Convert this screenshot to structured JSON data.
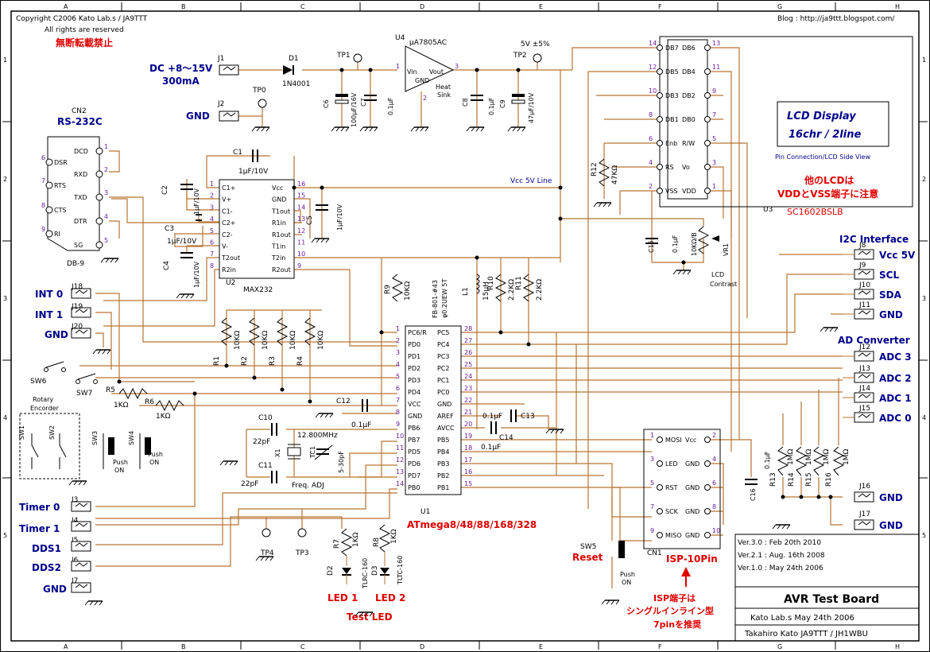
{
  "colors": {
    "wire": "#b87333",
    "text": "#000000",
    "red": "#e00000",
    "blue": "#00008b",
    "pinnum": "#6a1b9a",
    "frame": "#000000"
  },
  "header": {
    "copyright": "Copyright C2006 Kato Lab.s / JA9TTT",
    "rights": "All rights are reserved",
    "no_reprint": "無断転載禁止",
    "blog": "Blog : http://ja9ttt.blogspot.com/"
  },
  "grid": {
    "cols": [
      "A",
      "B",
      "C",
      "D",
      "E",
      "F",
      "G",
      "H"
    ],
    "rows": [
      "1",
      "2",
      "3",
      "4",
      "5"
    ]
  },
  "power": {
    "dc_label": "DC +8〜15V",
    "dc_current": "300mA",
    "gnd_label": "GND",
    "j1": "J1",
    "j2": "J2",
    "d1": "D1",
    "d1_part": "1N4001",
    "tp0": "TP0",
    "tp1": "TP1",
    "tp2": "TP2",
    "u4": "U4",
    "u4_part": "μA7805AC",
    "vin": "Vin",
    "vout": "Vout",
    "gnd": "GND",
    "heatsink": "Heat\nSink",
    "pin1": "1",
    "pin2": "2",
    "pin3": "3",
    "c6": "C6",
    "c6_val": "100μF/16V",
    "c7": "C7",
    "c7_val": "0.1μF",
    "c8": "C8",
    "c8_val": "0.1μF",
    "c9": "C9",
    "c9_val": "47μF/10V",
    "v5": "5V ±5%",
    "vcc_line": "Vcc 5V Line"
  },
  "rs232": {
    "title": "RS-232C",
    "cn": "CN2",
    "conn": "DB-9",
    "pins": [
      {
        "num": "1",
        "name": "DCD"
      },
      {
        "num": "6",
        "name": "DSR"
      },
      {
        "num": "2",
        "name": "RXD"
      },
      {
        "num": "7",
        "name": "RTS"
      },
      {
        "num": "3",
        "name": "TXD"
      },
      {
        "num": "8",
        "name": "CTS"
      },
      {
        "num": "4",
        "name": "DTR"
      },
      {
        "num": "9",
        "name": "RI"
      },
      {
        "num": "5",
        "name": "SG"
      }
    ]
  },
  "max232": {
    "ref": "U2",
    "part": "MAX232",
    "left": [
      {
        "num": "1",
        "name": "C1+"
      },
      {
        "num": "2",
        "name": "V+"
      },
      {
        "num": "3",
        "name": "C1-"
      },
      {
        "num": "4",
        "name": "C2+"
      },
      {
        "num": "5",
        "name": "C2-"
      },
      {
        "num": "6",
        "name": "V-"
      },
      {
        "num": "7",
        "name": "T2out"
      },
      {
        "num": "8",
        "name": "R2in"
      }
    ],
    "right": [
      {
        "num": "16",
        "name": "Vcc"
      },
      {
        "num": "15",
        "name": "GND"
      },
      {
        "num": "14",
        "name": "T1out"
      },
      {
        "num": "13",
        "name": "R1in"
      },
      {
        "num": "12",
        "name": "R1out"
      },
      {
        "num": "11",
        "name": "T1in"
      },
      {
        "num": "10",
        "name": "T2in"
      },
      {
        "num": "9",
        "name": "R2out"
      }
    ],
    "c1": "C1",
    "c1_val": "1μF/10V",
    "c2": "C2",
    "c2_val": "1μF/10V",
    "c3": "C3",
    "c3_val": "1μF/10V",
    "c4": "C4",
    "c4_val": "1μF/10V",
    "c5": "C5",
    "c5_val": "1μF/10V"
  },
  "left_io": {
    "int0": "INT 0",
    "int1": "INT 1",
    "gnd": "GND",
    "j18": "J18",
    "j19": "J19",
    "j20": "J20",
    "sw6": "SW6",
    "sw7": "SW7",
    "sw1": "SW1",
    "sw2": "SW2",
    "sw3": "SW3",
    "sw4": "SW4",
    "rotary": "Rotary\nEncorder",
    "push_on": "Push\nON",
    "r5": "R5",
    "r5_val": "1KΩ",
    "r6": "R6",
    "r6_val": "1KΩ",
    "timer0": "Timer 0",
    "timer1": "Timer 1",
    "dds1": "DDS1",
    "dds2": "DDS2",
    "gnd2": "GND",
    "j3": "J3",
    "j4": "J4",
    "j5": "J5",
    "j6": "J6",
    "j7": "J7"
  },
  "pullups": [
    {
      "ref": "R1",
      "val": "10KΩ"
    },
    {
      "ref": "R2",
      "val": "10KΩ"
    },
    {
      "ref": "R3",
      "val": "10KΩ"
    },
    {
      "ref": "R4",
      "val": "10KΩ"
    }
  ],
  "osc": {
    "c10": "C10",
    "c10_val": "22pF",
    "c11": "C11",
    "c11_val": "22pF",
    "x1": "X1",
    "freq": "12.800MHz",
    "tc1": "TC1",
    "tc1_val": "5-30pF",
    "adj": "Freq. ADJ",
    "c12": "C12",
    "c12_val": "0.1μF"
  },
  "mcu": {
    "ref": "U1",
    "part": "ATmega8/48/88/168/328",
    "left": [
      {
        "num": "1",
        "name": "PC6/R"
      },
      {
        "num": "2",
        "name": "PD0"
      },
      {
        "num": "3",
        "name": "PD1"
      },
      {
        "num": "4",
        "name": "PD2"
      },
      {
        "num": "5",
        "name": "PD3"
      },
      {
        "num": "6",
        "name": "PD4"
      },
      {
        "num": "7",
        "name": "VCC"
      },
      {
        "num": "8",
        "name": "GND"
      },
      {
        "num": "9",
        "name": "PB6"
      },
      {
        "num": "10",
        "name": "PB7"
      },
      {
        "num": "11",
        "name": "PD5"
      },
      {
        "num": "12",
        "name": "PD6"
      },
      {
        "num": "13",
        "name": "PD7"
      },
      {
        "num": "14",
        "name": "PB0"
      }
    ],
    "right": [
      {
        "num": "28",
        "name": "PC5"
      },
      {
        "num": "27",
        "name": "PC4"
      },
      {
        "num": "26",
        "name": "PC3"
      },
      {
        "num": "25",
        "name": "PC2"
      },
      {
        "num": "24",
        "name": "PC1"
      },
      {
        "num": "23",
        "name": "PC0"
      },
      {
        "num": "22",
        "name": "GND"
      },
      {
        "num": "21",
        "name": "AREF"
      },
      {
        "num": "20",
        "name": "AVCC"
      },
      {
        "num": "19",
        "name": "PB5"
      },
      {
        "num": "18",
        "name": "PB4"
      },
      {
        "num": "17",
        "name": "PB3"
      },
      {
        "num": "16",
        "name": "PB2"
      },
      {
        "num": "15",
        "name": "PB1"
      }
    ],
    "c13": "C13",
    "c13_val": "0.1μF",
    "c14": "C14",
    "c14_val": "0.1μF",
    "r9": "R9",
    "r9_val": "10KΩ",
    "fb": "FB-801-#43\nφ0.2UEW 5T",
    "l1": "L1",
    "l1_val": "15μH",
    "r10": "R10",
    "r10_val": "2.2KΩ",
    "r11": "R11",
    "r11_val": "2.2KΩ"
  },
  "leds": {
    "tp3": "TP3",
    "tp4": "TP4",
    "r7": "R7",
    "r7_val": "1KΩ",
    "r8": "R8",
    "r8_val": "1KΩ",
    "d2": "D2",
    "d2_part": "TLRC-160",
    "d3": "D3",
    "d3_part": "TLTC-160",
    "led1": "LED 1",
    "led2": "LED 2",
    "test_led": "Test LED"
  },
  "lcd": {
    "ref": "U3",
    "part": "SC1602BSLB",
    "title": "LCD Display",
    "subtitle": "16chr / 2line",
    "pin_note": "Pin Connection/LCD Side View",
    "note1": "他のLCDは",
    "note2": "VDDとVSS端子に注意",
    "left": [
      {
        "num": "14",
        "name": "DB7"
      },
      {
        "num": "12",
        "name": "DB5"
      },
      {
        "num": "10",
        "name": "DB3"
      },
      {
        "num": "8",
        "name": "DB1"
      },
      {
        "num": "6",
        "name": "Enb"
      },
      {
        "num": "4",
        "name": "RS"
      },
      {
        "num": "2",
        "name": "VSS"
      }
    ],
    "right": [
      {
        "num": "13",
        "name": "DB6"
      },
      {
        "num": "11",
        "name": "DB4"
      },
      {
        "num": "9",
        "name": "DB2"
      },
      {
        "num": "7",
        "name": "DB0"
      },
      {
        "num": "5",
        "name": "R/W"
      },
      {
        "num": "3",
        "name": "Vo"
      },
      {
        "num": "1",
        "name": "VDD"
      }
    ],
    "r12": "R12",
    "r12_val": "47KΩ",
    "c15": "C15",
    "c15_val": "0.1μF",
    "vr1": "VR1",
    "vr1_val": "10KΩ/B",
    "contrast": "LCD\nContrast"
  },
  "i2c": {
    "title": "I2C Interface",
    "items": [
      {
        "j": "J8",
        "label": "Vcc 5V"
      },
      {
        "j": "J9",
        "label": "SCL"
      },
      {
        "j": "J10",
        "label": "SDA"
      },
      {
        "j": "J11",
        "label": "GND"
      }
    ]
  },
  "adc": {
    "title": "AD Converter",
    "items": [
      {
        "j": "J12",
        "label": "ADC 3"
      },
      {
        "j": "J13",
        "label": "ADC 2"
      },
      {
        "j": "J14",
        "label": "ADC 1"
      },
      {
        "j": "J15",
        "label": "ADC 0"
      }
    ],
    "resistors": [
      {
        "ref": "R13",
        "val": "1MΩ"
      },
      {
        "ref": "R14",
        "val": "1MΩ"
      },
      {
        "ref": "R15",
        "val": "1MΩ"
      },
      {
        "ref": "R16",
        "val": "1MΩ"
      }
    ],
    "j16": "J16",
    "j17": "J17",
    "gnd": "GND"
  },
  "isp": {
    "ref": "CN1",
    "title": "ISP-10Pin",
    "left": [
      {
        "num": "1",
        "name": "MOSI"
      },
      {
        "num": "3",
        "name": "LED"
      },
      {
        "num": "5",
        "name": "RST"
      },
      {
        "num": "7",
        "name": "SCK"
      },
      {
        "num": "9",
        "name": "MISO"
      }
    ],
    "right": [
      {
        "num": "2",
        "name": "Vcc"
      },
      {
        "num": "4",
        "name": "GND"
      },
      {
        "num": "6",
        "name": "GND"
      },
      {
        "num": "8",
        "name": "GND"
      },
      {
        "num": "10",
        "name": "GND"
      }
    ],
    "c16": "C16",
    "c16_val": "0.1μF",
    "sw5": "SW5",
    "reset": "Reset",
    "push_on": "Push\nON",
    "note1": "ISP端子は",
    "note2": "シングルインライン型",
    "note3": "7pinを推奨"
  },
  "titleblock": {
    "v3": "Ver.3.0 : Feb 20th 2010",
    "v21": "Ver.2.1 : Aug. 16th 2008",
    "v10": "Ver.1.0 : May 24th 2006",
    "title": "AVR Test Board",
    "lab": "Kato Lab.s May 24th  2006",
    "author": "Takahiro Kato JA9TTT / JH1WBU"
  }
}
